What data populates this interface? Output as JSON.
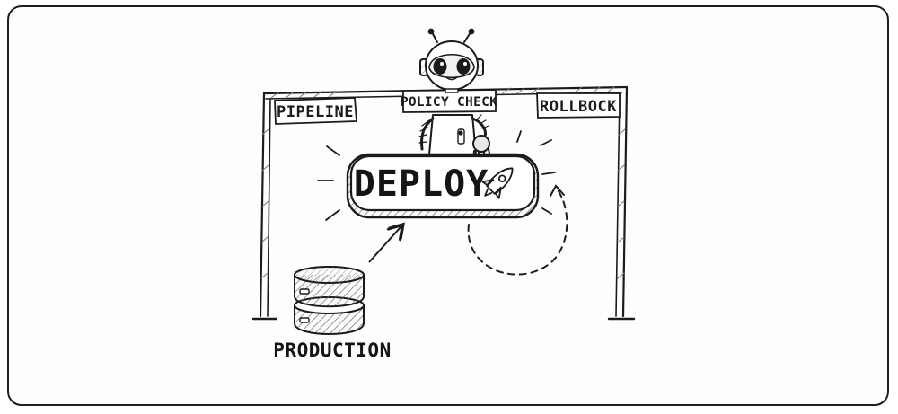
{
  "labels": {
    "pipeline": "PIPELINE",
    "policy_check": "POLICY CHECK",
    "rollback": "ROLLBOCK",
    "deploy": "DEPLOY",
    "production": "PRODUCTION"
  },
  "icons": {
    "robot": "robot-icon",
    "rocket": "rocket-icon",
    "database": "database-icon"
  }
}
